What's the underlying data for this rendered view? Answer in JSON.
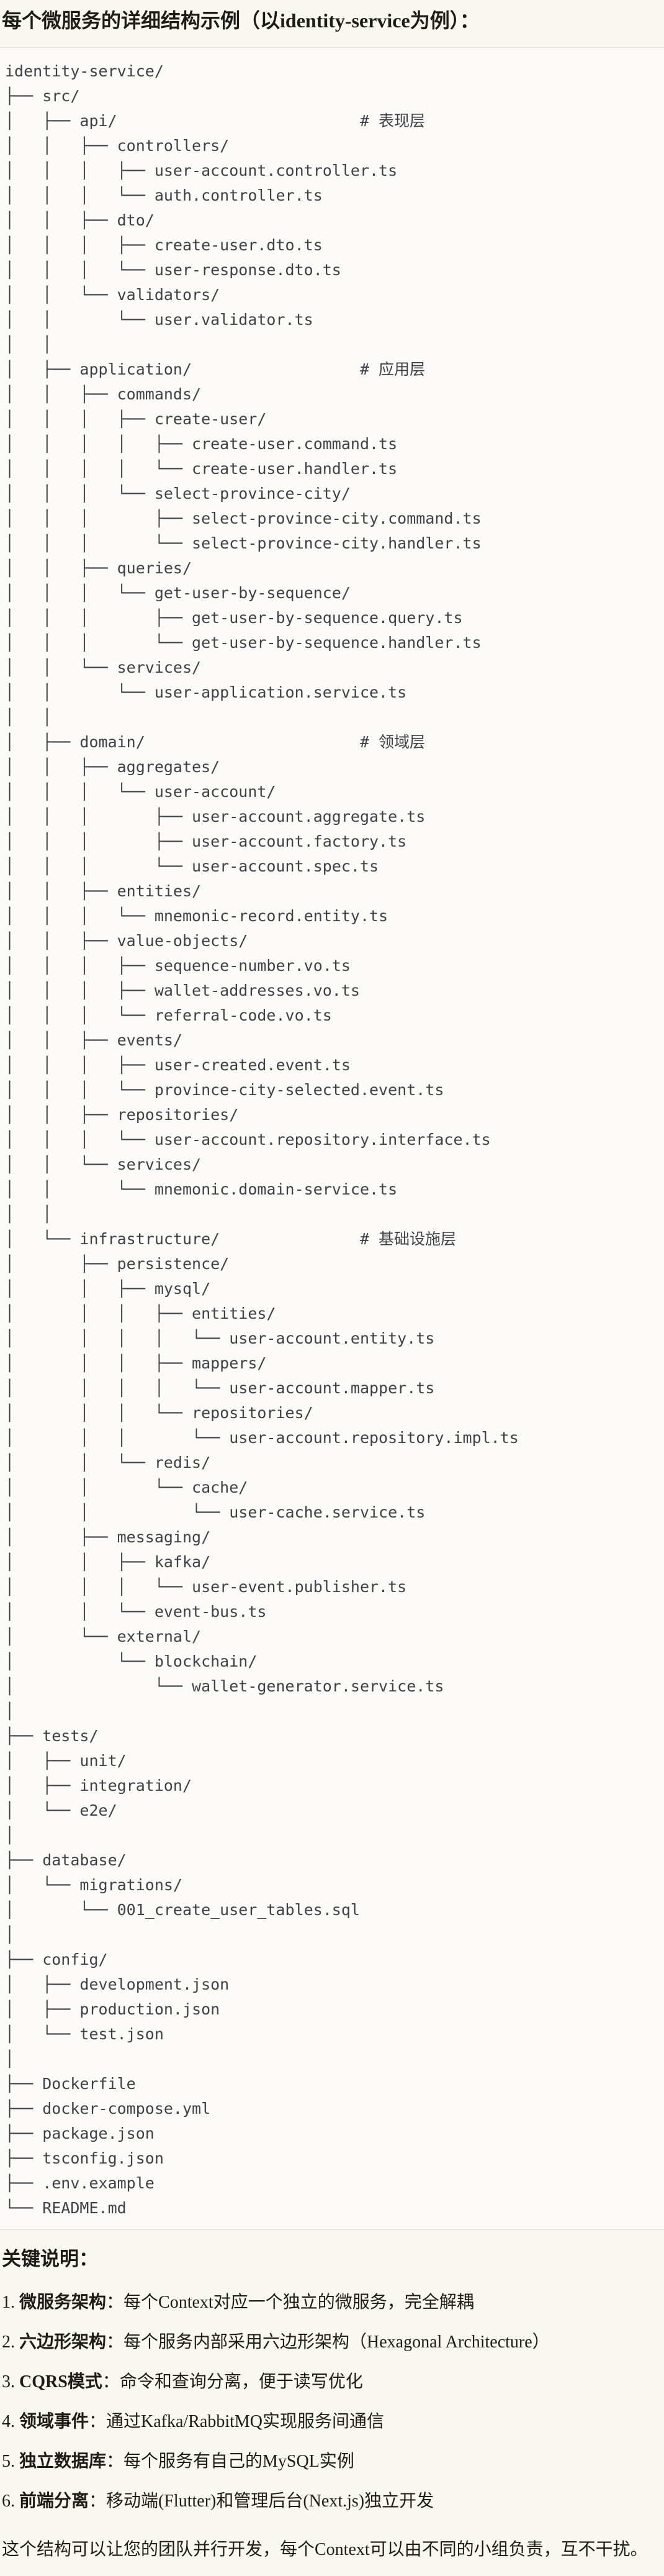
{
  "title": "每个微服务的详细结构示例（以identity-service为例）：",
  "file_tree": {
    "lines": [
      "identity-service/",
      "├── src/",
      "│   ├── api/                          # 表现层",
      "│   │   ├── controllers/",
      "│   │   │   ├── user-account.controller.ts",
      "│   │   │   └── auth.controller.ts",
      "│   │   ├── dto/",
      "│   │   │   ├── create-user.dto.ts",
      "│   │   │   └── user-response.dto.ts",
      "│   │   └── validators/",
      "│   │       └── user.validator.ts",
      "│   │",
      "│   ├── application/                  # 应用层",
      "│   │   ├── commands/",
      "│   │   │   ├── create-user/",
      "│   │   │   │   ├── create-user.command.ts",
      "│   │   │   │   └── create-user.handler.ts",
      "│   │   │   └── select-province-city/",
      "│   │   │       ├── select-province-city.command.ts",
      "│   │   │       └── select-province-city.handler.ts",
      "│   │   ├── queries/",
      "│   │   │   └── get-user-by-sequence/",
      "│   │   │       ├── get-user-by-sequence.query.ts",
      "│   │   │       └── get-user-by-sequence.handler.ts",
      "│   │   └── services/",
      "│   │       └── user-application.service.ts",
      "│   │",
      "│   ├── domain/                       # 领域层",
      "│   │   ├── aggregates/",
      "│   │   │   └── user-account/",
      "│   │   │       ├── user-account.aggregate.ts",
      "│   │   │       ├── user-account.factory.ts",
      "│   │   │       └── user-account.spec.ts",
      "│   │   ├── entities/",
      "│   │   │   └── mnemonic-record.entity.ts",
      "│   │   ├── value-objects/",
      "│   │   │   ├── sequence-number.vo.ts",
      "│   │   │   ├── wallet-addresses.vo.ts",
      "│   │   │   └── referral-code.vo.ts",
      "│   │   ├── events/",
      "│   │   │   ├── user-created.event.ts",
      "│   │   │   └── province-city-selected.event.ts",
      "│   │   ├── repositories/",
      "│   │   │   └── user-account.repository.interface.ts",
      "│   │   └── services/",
      "│   │       └── mnemonic.domain-service.ts",
      "│   │",
      "│   └── infrastructure/               # 基础设施层",
      "│       ├── persistence/",
      "│       │   ├── mysql/",
      "│       │   │   ├── entities/",
      "│       │   │   │   └── user-account.entity.ts",
      "│       │   │   ├── mappers/",
      "│       │   │   │   └── user-account.mapper.ts",
      "│       │   │   └── repositories/",
      "│       │   │       └── user-account.repository.impl.ts",
      "│       │   └── redis/",
      "│       │       └── cache/",
      "│       │           └── user-cache.service.ts",
      "│       ├── messaging/",
      "│       │   ├── kafka/",
      "│       │   │   └── user-event.publisher.ts",
      "│       │   └── event-bus.ts",
      "│       └── external/",
      "│           └── blockchain/",
      "│               └── wallet-generator.service.ts",
      "│",
      "├── tests/",
      "│   ├── unit/",
      "│   ├── integration/",
      "│   └── e2e/",
      "│",
      "├── database/",
      "│   └── migrations/",
      "│       └── 001_create_user_tables.sql",
      "│",
      "├── config/",
      "│   ├── development.json",
      "│   ├── production.json",
      "│   └── test.json",
      "│",
      "├── Dockerfile",
      "├── docker-compose.yml",
      "├── package.json",
      "├── tsconfig.json",
      "├── .env.example",
      "└── README.md"
    ]
  },
  "notes": {
    "heading": "关键说明：",
    "items": [
      {
        "num": "1.",
        "term": "微服务架构",
        "sep": "：",
        "desc": "每个Context对应一个独立的微服务，完全解耦"
      },
      {
        "num": "2.",
        "term": "六边形架构",
        "sep": "：",
        "desc": "每个服务内部采用六边形架构（Hexagonal Architecture）"
      },
      {
        "num": "3.",
        "term": "CQRS模式",
        "sep": "：",
        "desc": "命令和查询分离，便于读写优化"
      },
      {
        "num": "4.",
        "term": "领域事件",
        "sep": "：",
        "desc": "通过Kafka/RabbitMQ实现服务间通信"
      },
      {
        "num": "5.",
        "term": "独立数据库",
        "sep": "：",
        "desc": "每个服务有自己的MySQL实例"
      },
      {
        "num": "6.",
        "term": "前端分离",
        "sep": "：",
        "desc": "移动端(Flutter)和管理后台(Next.js)独立开发"
      }
    ],
    "closing": "这个结构可以让您的团队并行开发，每个Context可以由不同的小组负责，互不干扰。"
  },
  "colors": {
    "page_bg": "#F9F7F2",
    "code_bg": "#FCFBF8",
    "code_border": "#DFDBD3",
    "code_text": "#3E4247",
    "text": "#1D1C19"
  }
}
